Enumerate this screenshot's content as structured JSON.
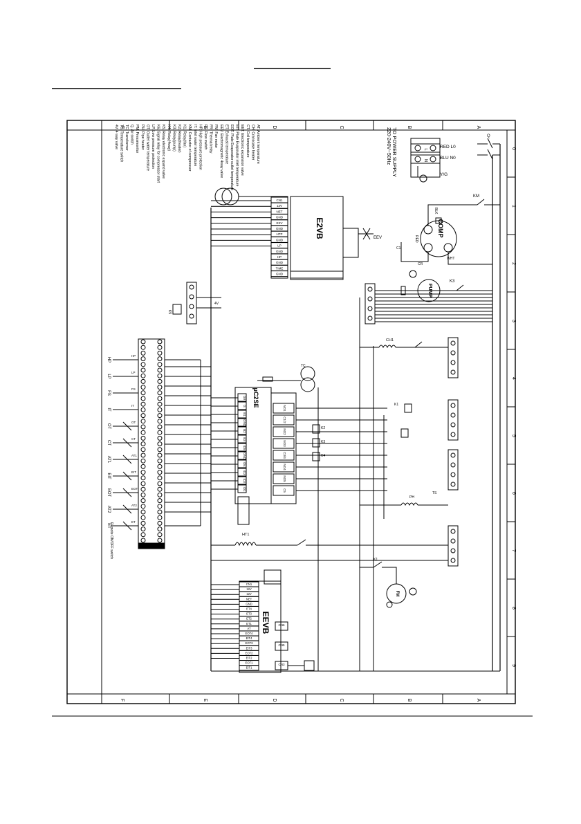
{
  "header_lines": [
    "",
    ""
  ],
  "frame": {
    "cols_top": [
      "F",
      "E",
      "D",
      "C",
      "B",
      "A"
    ],
    "rows_right": [
      "0",
      "1",
      "2",
      "3",
      "4",
      "5",
      "6",
      "7",
      "8",
      "9"
    ]
  },
  "legend": [
    "AT.  Ambient temperature",
    "CH.  Crankcase heater",
    "CT.  Coil temperature",
    "EET.  Electronic expansion valve",
    "EIT.  Plate Evaporator inlet temperature",
    "EOT.  Plate Evaporator outlet temperature",
    "ET.  Exhaust temperature",
    "EEV.  Electromagnetic 4way valve",
    "FM.  Fan motor",
    "FR.  Thermal relay",
    "FS.  Flow switch",
    "HP.  High pressure protection",
    "IT.  Inlet water temperature",
    "KM.  Contactor of compressor",
    "K1.  Relay(fan)",
    "K2.  Relay(heater)",
    "K3.  Relay(pump)",
    "K4.  Relay(4way)",
    "K5.  Relay electronic expand valve",
    "K6.  Signal relay for compressor start",
    "LP.  Low pressure protection",
    "OT.  Outlet water temperature",
    "PH.  Pipe heater",
    "PM.  Pressmonitor",
    "Q.  Air switch",
    "TC.  Transformer",
    "TS.  Temperature switch",
    "4V.  4 way valve"
  ],
  "power_supply": {
    "title": "TO POWER SUPPLY",
    "spec": "220-240V~50Hz",
    "wires": [
      "RED  L0",
      "BLU  N0",
      "Y/G"
    ],
    "terminal": [
      "L",
      "N"
    ]
  },
  "boards": {
    "e2vb": {
      "title": "E2VB",
      "pins": [
        "CN1",
        "12V",
        "NET",
        "GND",
        "EXV",
        "GND",
        "HTP",
        "GND",
        "LP",
        "GND",
        "HP",
        "GND",
        "TIME",
        "GND"
      ]
    },
    "pc2se": {
      "title": "μC2SE",
      "left": [
        "G0",
        "G",
        "B1",
        "GND",
        "B2",
        "B3",
        "ID5",
        "GND",
        "ID4",
        "ID3",
        "ID2",
        "ID1"
      ],
      "right": [
        "NO1",
        "C1/2",
        "NO2",
        "NO3",
        "C3/4",
        "NO4",
        "NO5",
        "C5"
      ]
    },
    "eevb": {
      "title": "EEVB",
      "pins": [
        "CN1",
        "12V",
        "12V",
        "NET",
        "GND",
        "ET4",
        "ET3",
        "ET2",
        "ET1",
        "AT",
        "EOT4",
        "EIT4",
        "EOT3",
        "EIT3",
        "EOT2",
        "EIT2",
        "EOT1",
        "EIT1"
      ],
      "connectors": [
        "CN6",
        "CN5",
        "CN3"
      ]
    }
  },
  "components": {
    "comp": "COMP",
    "pump": "PUMP",
    "fm": "FM",
    "tc": "TC",
    "ch1": "CH1",
    "ht": "HT1",
    "ph": "PH",
    "eev": "EEV",
    "ts": "TS",
    "k": [
      "KM",
      "K1",
      "K2",
      "K3",
      "K4",
      "K5",
      "K6"
    ]
  },
  "sensors": [
    "HP",
    "LP",
    "FS",
    "IT",
    "OT",
    "CT",
    "AT1",
    "EIT",
    "EOT",
    "AT2",
    "ET"
  ],
  "remote": "Remote ON/OFF switch"
}
